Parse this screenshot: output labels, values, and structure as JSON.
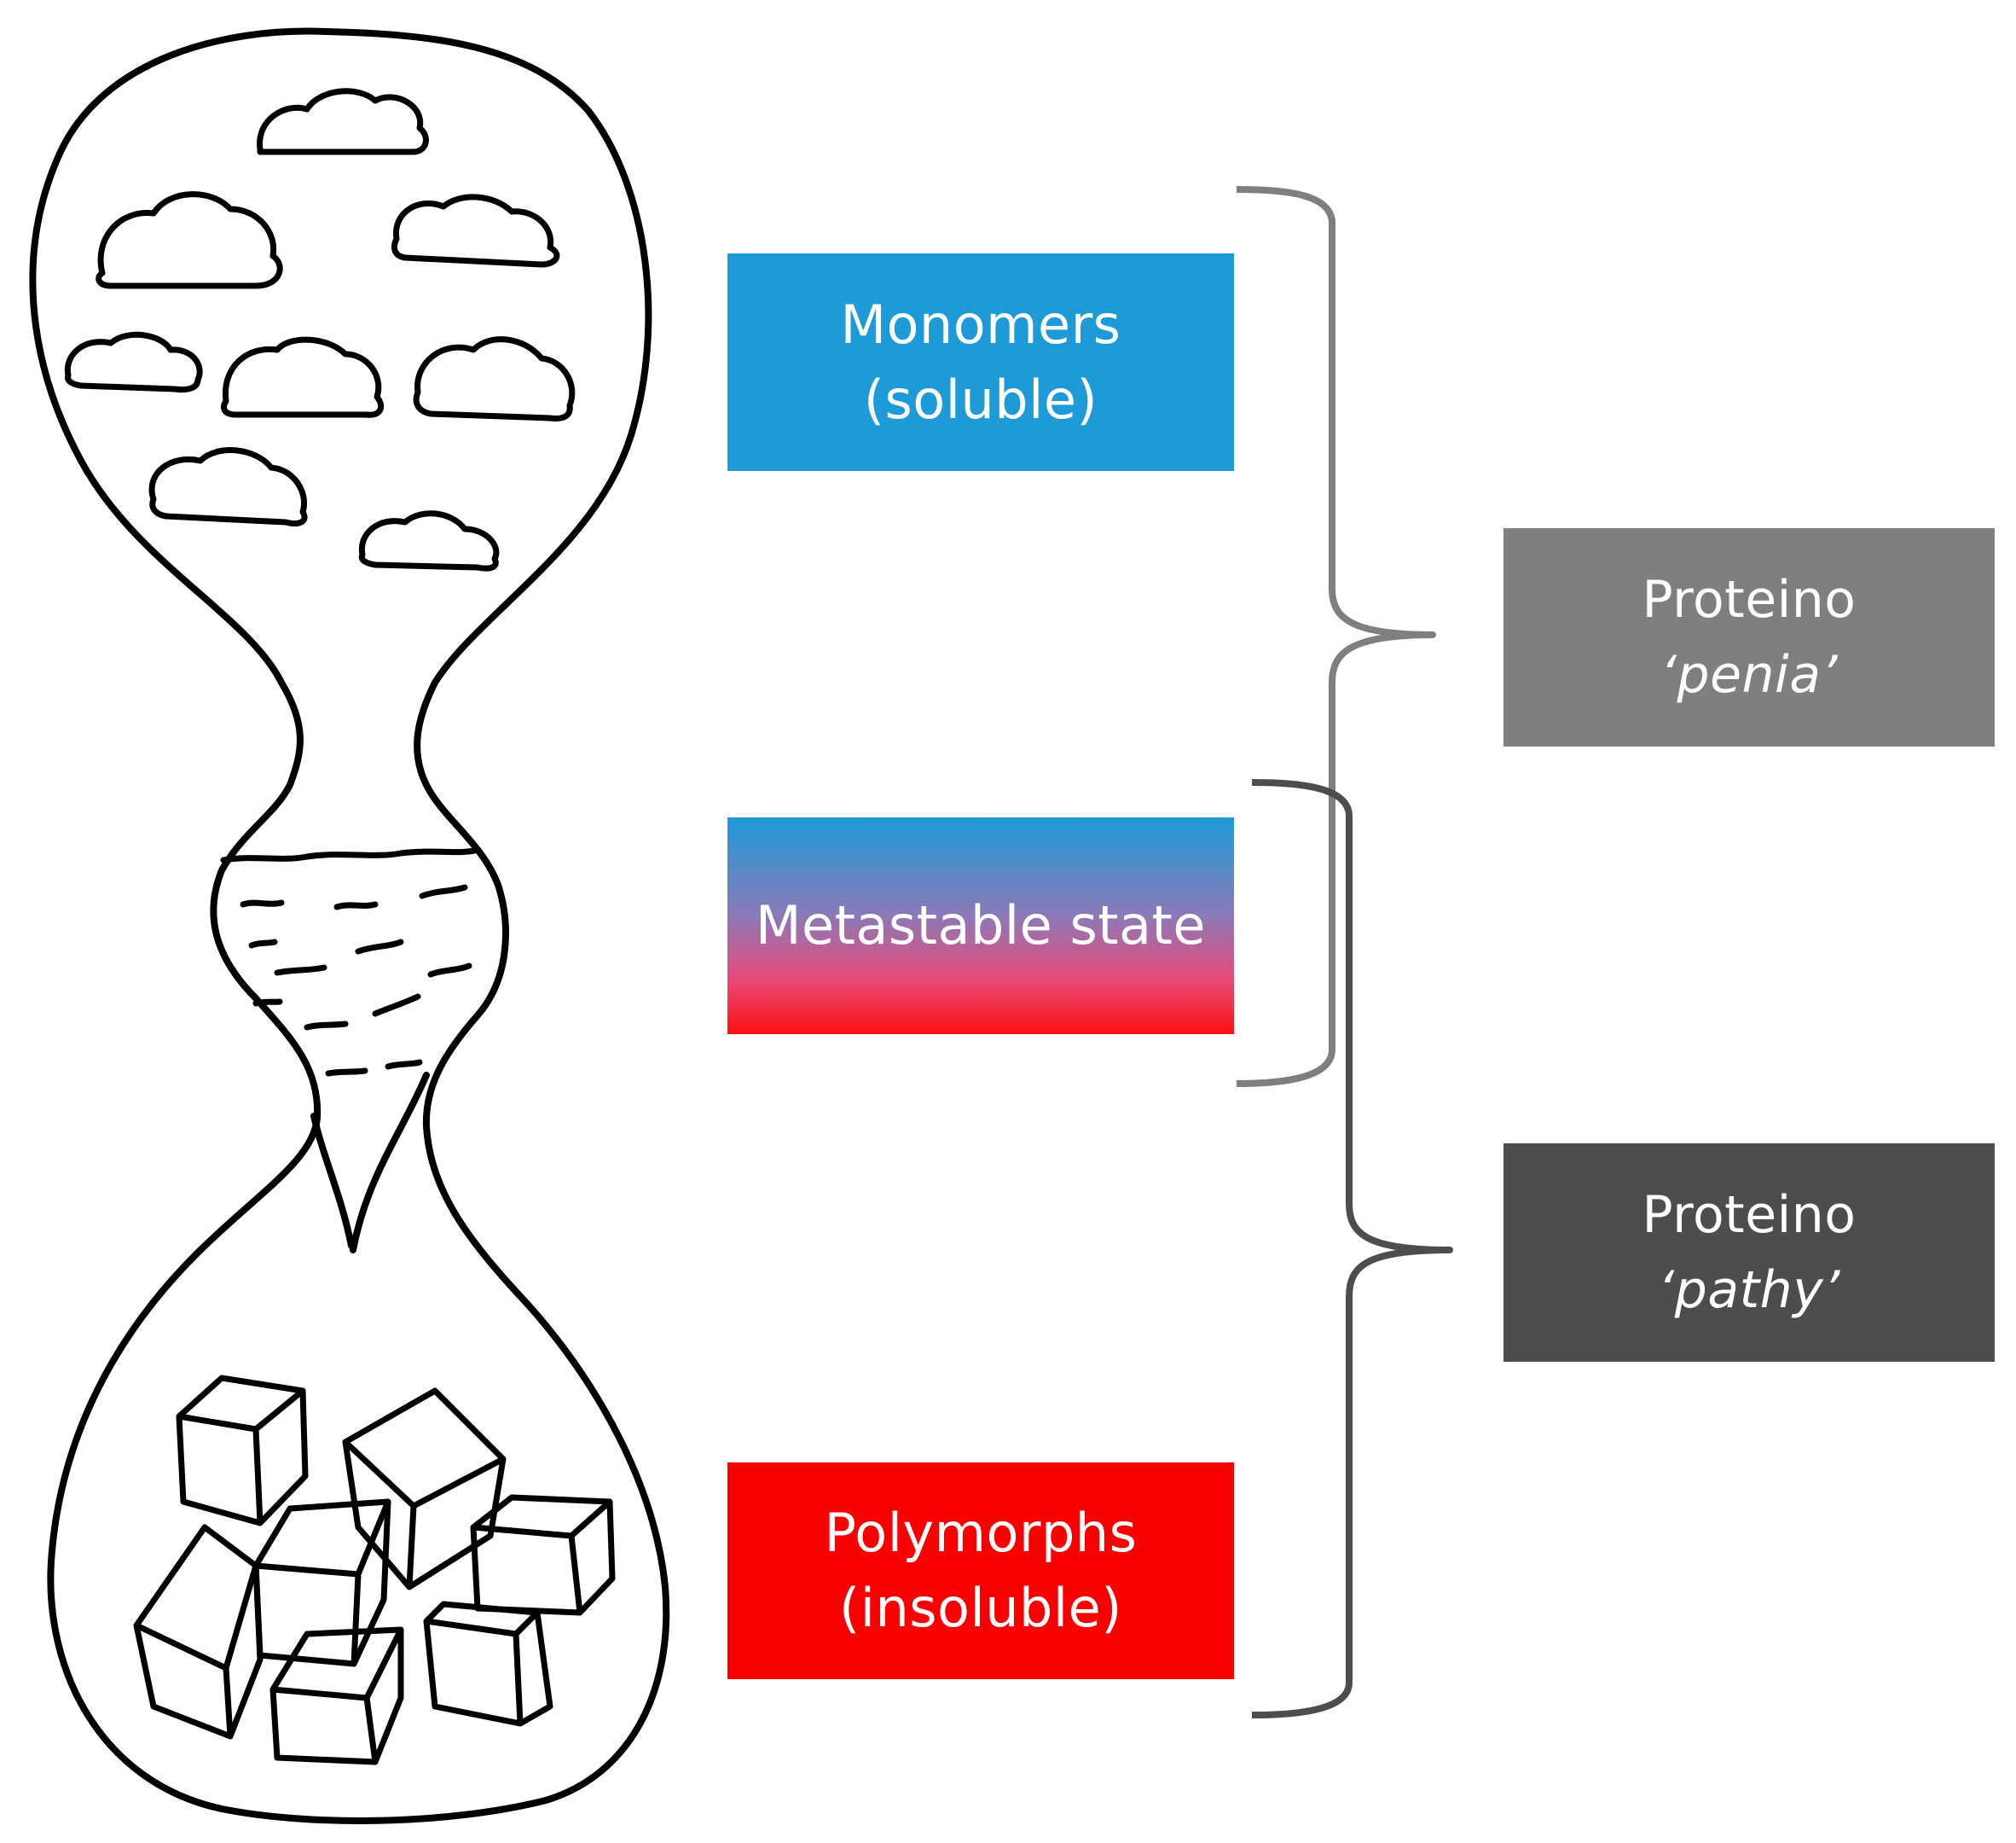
{
  "colors": {
    "monomers": "#1e9ad8",
    "metastable_top": "#1e9ad8",
    "metastable_bottom": "#fb1010",
    "polymorphs": "#fb0000",
    "penia": "#7f7f7f",
    "pathy": "#4d4d4d",
    "brace_light": "#7f7f7f",
    "brace_dark": "#4d4d4d",
    "sketch_stroke": "#000000"
  },
  "labels": {
    "monomers": {
      "line1": "Monomers",
      "line2": "(soluble)"
    },
    "metastable": {
      "line1": "Metastable state"
    },
    "polymorphs": {
      "line1": "Polymorphs",
      "line2": "(insoluble)"
    },
    "penia": {
      "prefix": "Proteino",
      "term": "‘penia’"
    },
    "pathy": {
      "prefix": "Proteino",
      "term": "‘pathy’"
    }
  },
  "icons": {
    "hourglass": "hourglass-sketch-icon",
    "clouds": "cloud-icon",
    "dashes": "dash-mark-icon",
    "cubes": "cube-icon"
  }
}
